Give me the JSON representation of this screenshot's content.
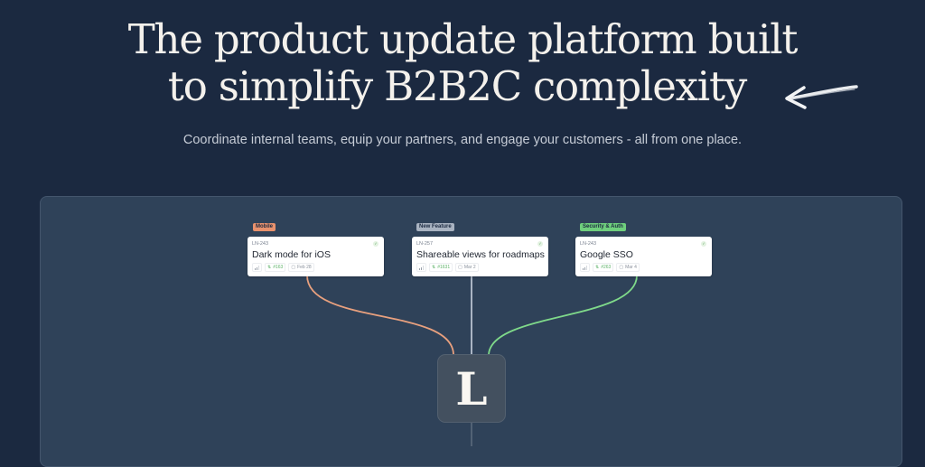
{
  "hero": {
    "title_line1": "The product update platform built",
    "title_line2": "to simplify B2B2C complexity",
    "arrow_icon": "hand-drawn-arrow-left",
    "subtitle": "Coordinate internal teams, equip your partners, and engage your customers - all from one place."
  },
  "diagram": {
    "cards": [
      {
        "tag": "Mobile",
        "tag_color": "#e8916d",
        "issue_id": "LN-243",
        "title": "Dark mode for iOS",
        "pr": "#163",
        "date": "Feb 28",
        "line_color": "#e8a07e"
      },
      {
        "tag": "New Feature",
        "tag_color": "#a9b3c1",
        "issue_id": "LN-257",
        "title": "Shareable views for roadmaps",
        "pr": "#1631",
        "date": "Mar 2",
        "line_color": "#b8c2d0"
      },
      {
        "tag": "Security & Auth",
        "tag_color": "#6fcf7d",
        "issue_id": "LN-243",
        "title": "Google SSO",
        "pr": "#263",
        "date": "Mar 4",
        "line_color": "#7fd98a"
      }
    ],
    "hub_logo": "L"
  },
  "colors": {
    "background": "#1b2940",
    "panel": "#2f4259",
    "hub": "#43505f"
  }
}
